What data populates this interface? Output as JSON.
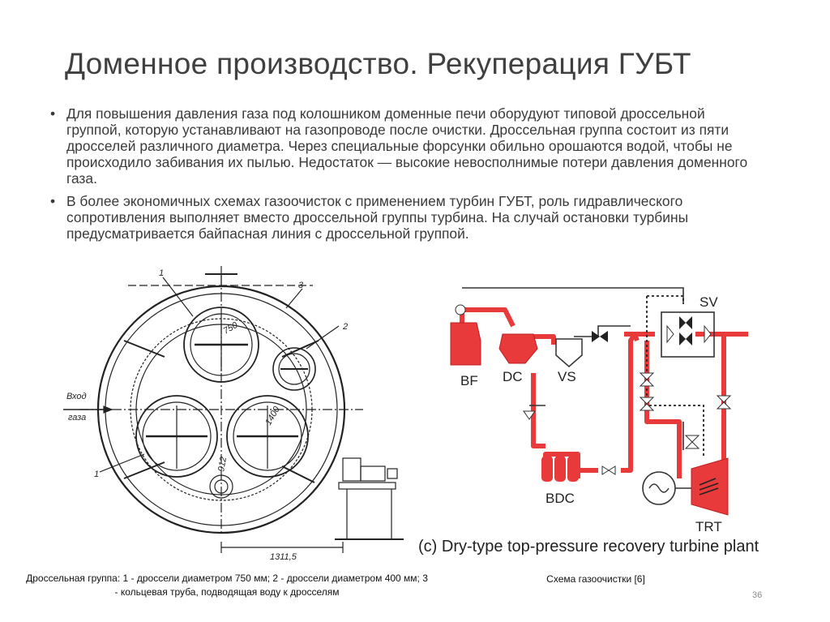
{
  "slide": {
    "title": "Доменное производство. Рекуперация ГУБТ",
    "bullets": [
      "Для повышения давления газа под колошником доменные печи оборудуют типовой дроссельной группой, которую устанавливают на газопроводе после очистки. Дроссельная группа состоит из пяти дросселей различного диаметра. Через специальные форсунки обильно орошаются водой, чтобы не происходило забивания их пылью. Недостаток — высокие невосполнимые потери давления доменного газа.",
      "В более экономичных схемах газоочисток с применением турбин ГУБТ, роль гидравлического сопротивления выполняет вместо дроссельной группы турбина. На случай остановки турбины предусматривается байпасная линия с дроссельной группой."
    ],
    "bullet_symbol": "•",
    "slide_number": "36"
  },
  "figure_left": {
    "caption": "Дроссельная группа: 1 - дроссели диаметром 750 мм; 2 - дроссели диаметром 400 мм; 3 - кольцевая труба, подводящая воду к дросселям",
    "labels": {
      "callout_1_top": "1",
      "callout_1_bottom": "1",
      "callout_2": "2",
      "callout_3": "3",
      "inlet_line1": "Вход",
      "inlet_line2": "газа",
      "dim_750": "750",
      "dim_1400": "1400",
      "dim_912": "912",
      "dim_1311": "1311,5"
    }
  },
  "figure_right": {
    "caption": "Схема газоочистки [6]",
    "subtitle": "(c) Dry-type top-pressure recovery turbine plant",
    "labels": {
      "bf": "BF",
      "dc": "DC",
      "vs": "VS",
      "bdc": "BDC",
      "sv": "SV",
      "trt": "TRT"
    },
    "colors": {
      "pipe": "#e8393b",
      "line": "#333333"
    }
  }
}
